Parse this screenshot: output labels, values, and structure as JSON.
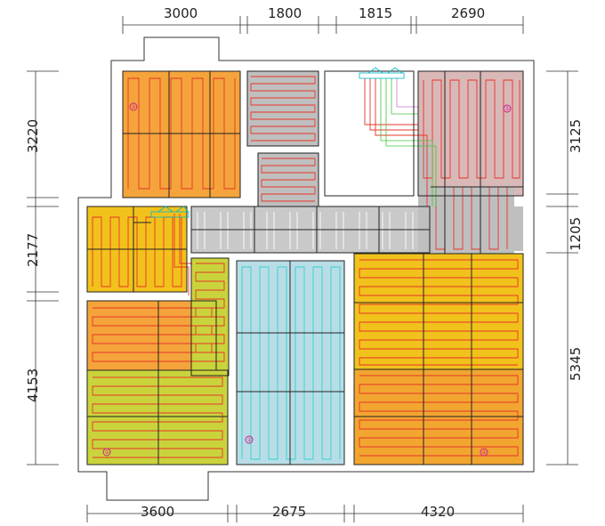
{
  "dimensions": {
    "top": [
      "3000",
      "1800",
      "1815",
      "2690"
    ],
    "bottom": [
      "3600",
      "2675",
      "4320"
    ],
    "left": [
      "3220",
      "2177",
      "4153"
    ],
    "right": [
      "3125",
      "1205",
      "5345"
    ]
  },
  "colors": {
    "orange": "#f4a43b",
    "yellow_green": "#c9d43c",
    "gray": "#bfbfbf",
    "light_blue": "#b9dde6",
    "pink_gray": "#d9b8b8",
    "yellow": "#f1c21b",
    "pipe_red": "#e8342a",
    "note_cyan": "#00b7c6",
    "marker_magenta": "#d0208a"
  },
  "markers": [
    "①",
    "①",
    "①",
    "①",
    "①"
  ],
  "icons": [
    "manifold-icon",
    "manifold-icon"
  ]
}
